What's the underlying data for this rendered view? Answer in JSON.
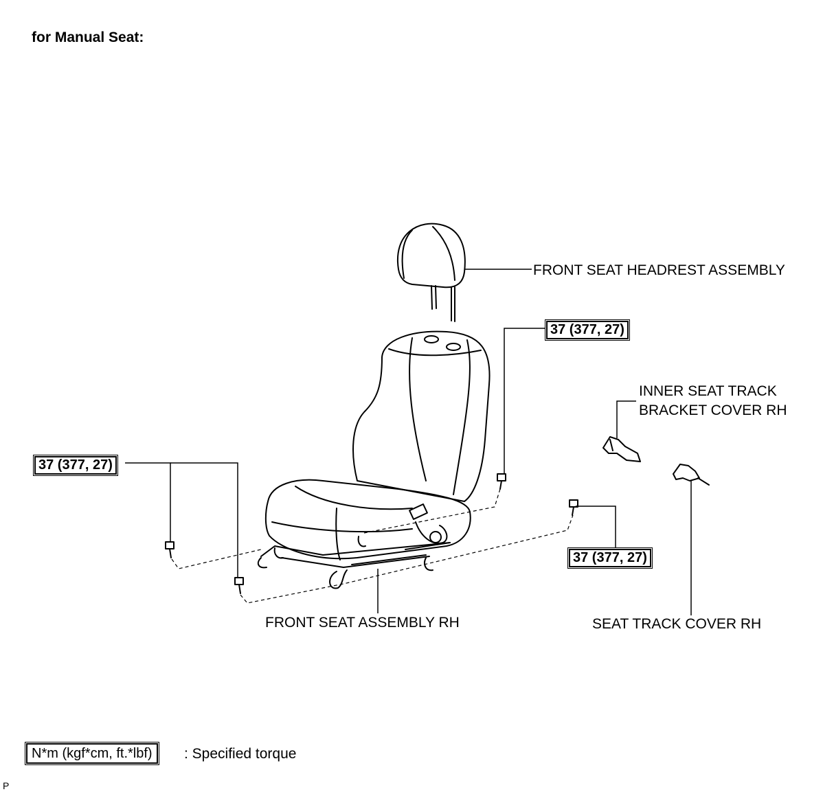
{
  "header": {
    "title": "for Manual Seat:"
  },
  "callouts": {
    "headrest": "FRONT SEAT HEADREST ASSEMBLY",
    "inner_cover": "INNER SEAT TRACK\nBRACKET COVER RH",
    "seat_assembly": "FRONT SEAT ASSEMBLY RH",
    "track_cover": "SEAT TRACK COVER RH"
  },
  "torques": {
    "rear_upper": "37 (377, 27)",
    "left": "37 (377, 27)",
    "front_right": "37 (377, 27)"
  },
  "legend": {
    "unit_box": "N*m (kgf*cm, ft.*lbf)",
    "description": ": Specified torque"
  },
  "footer": {
    "code": "P"
  }
}
